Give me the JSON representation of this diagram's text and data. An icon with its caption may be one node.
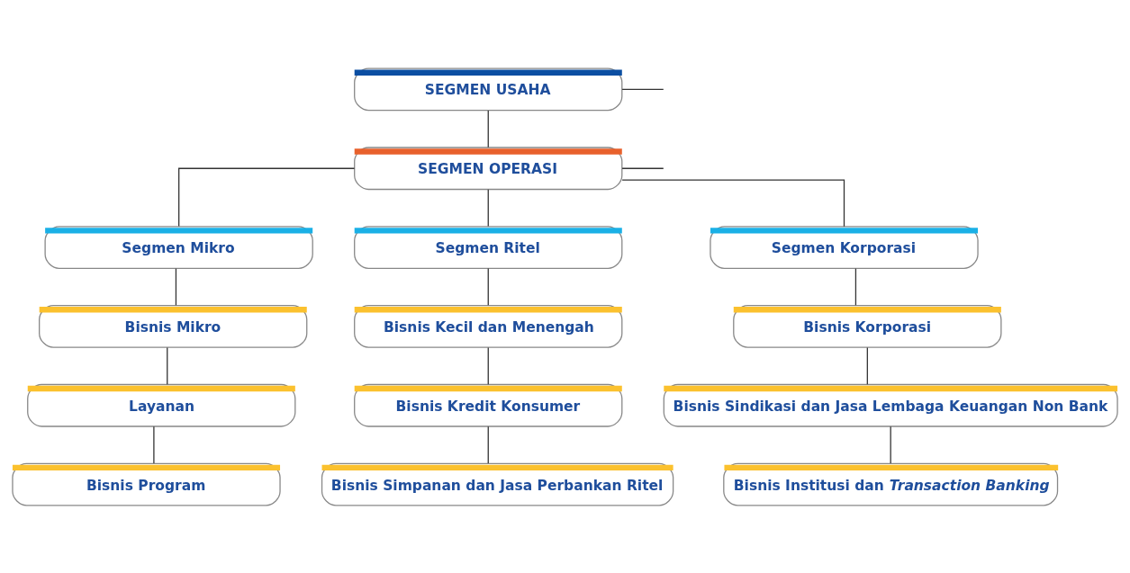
{
  "diagram": {
    "nodes": [
      {
        "text": [
          "SEGMEN USAHA"
        ]
      },
      {
        "text": [
          "SEGMEN OPERASI"
        ]
      },
      {
        "text": [
          "Segmen Mikro"
        ]
      },
      {
        "text": [
          "Segmen Ritel"
        ]
      },
      {
        "text": [
          "Segmen Korporasi"
        ]
      },
      {
        "text": [
          "Bisnis Mikro"
        ]
      },
      {
        "text": [
          "Bisnis Kecil dan Menengah"
        ]
      },
      {
        "text": [
          "Bisnis Korporasi"
        ]
      },
      {
        "text": [
          "Layanan"
        ]
      },
      {
        "text": [
          "Bisnis Kredit Konsumer"
        ]
      },
      {
        "text": [
          "Bisnis Sindikasi dan Jasa Lembaga Keuangan Non Bank"
        ]
      },
      {
        "text": [
          "Bisnis Program"
        ]
      },
      {
        "text": [
          "Bisnis Simpanan dan Jasa Perbankan Ritel"
        ]
      },
      {
        "text": [
          "Bisnis Institusi dan *Transaction Banking*"
        ]
      }
    ],
    "edges": [
      {
        "from": 0,
        "to": 1,
        "arrow": "none"
      },
      {
        "from": 0,
        "to": null,
        "arrow": "none"
      },
      {
        "from": 1,
        "to": 2,
        "arrow": "none"
      },
      {
        "from": 1,
        "to": 3,
        "arrow": "none"
      },
      {
        "from": 1,
        "to": 4,
        "arrow": "none"
      },
      {
        "from": 1,
        "to": null,
        "arrow": "none"
      },
      {
        "from": 2,
        "to": 5,
        "arrow": "none"
      },
      {
        "from": 5,
        "to": 8,
        "arrow": "none"
      },
      {
        "from": 8,
        "to": 11,
        "arrow": "none"
      },
      {
        "from": 3,
        "to": 6,
        "arrow": "none"
      },
      {
        "from": 6,
        "to": 9,
        "arrow": "none"
      },
      {
        "from": 9,
        "to": 12,
        "arrow": "none"
      },
      {
        "from": 4,
        "to": 7,
        "arrow": "none"
      },
      {
        "from": 7,
        "to": 10,
        "arrow": "none"
      },
      {
        "from": 10,
        "to": 13,
        "arrow": "none"
      }
    ]
  }
}
